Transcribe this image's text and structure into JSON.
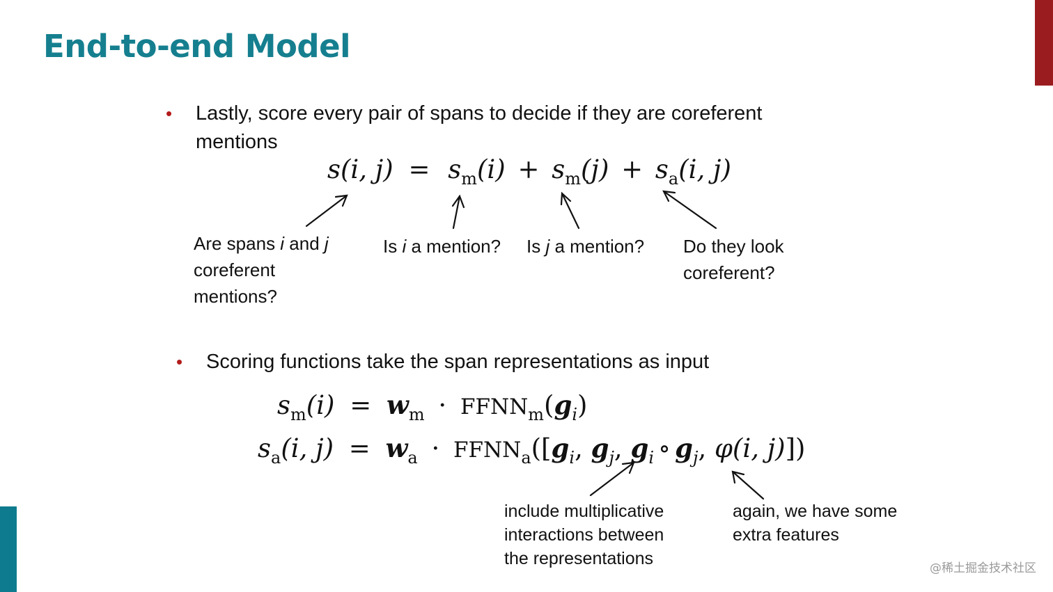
{
  "slide": {
    "title": "End-to-end Model",
    "accent_colors": {
      "title": "#157f8f",
      "top_bar": "#9b1c1f",
      "bottom_bar": "#0f7b8f",
      "bullet": "#b31b1b"
    },
    "bullet1": {
      "line1": "Lastly, score every pair of spans to decide if they are coreferent",
      "line2": "mentions"
    },
    "equation1": {
      "lhs": "s(i, j)",
      "eq": "=",
      "term1": "s",
      "term1_sub": "m",
      "term1_arg": "(i)",
      "plus1": "+",
      "term2": "s",
      "term2_sub": "m",
      "term2_arg": "(j)",
      "plus2": "+",
      "term3": "s",
      "term3_sub": "a",
      "term3_arg": "(i, j)"
    },
    "annotations1": {
      "a1_pre": "Are spans ",
      "a1_i": "i",
      "a1_mid": " and ",
      "a1_j": "j",
      "a1_line2": "coreferent",
      "a1_line3": "mentions?",
      "a2_pre": "Is ",
      "a2_i": "i",
      "a2_post": " a mention?",
      "a3_pre": "Is ",
      "a3_j": "j",
      "a3_post": " a mention?",
      "a4_line1": "Do they look",
      "a4_line2": "coreferent?"
    },
    "bullet2": "Scoring functions take the span representations as input",
    "equation2": {
      "lhs_s": "s",
      "lhs_sub": "m",
      "lhs_arg": "(i)",
      "eq": "=",
      "w": "w",
      "w_sub": "m",
      "dot": "·",
      "ffnn": "FFNN",
      "ffnn_sub": "m",
      "open": "(",
      "g": "g",
      "g_sub": "i",
      "close": ")"
    },
    "equation3": {
      "lhs_s": "s",
      "lhs_sub": "a",
      "lhs_arg": "(i, j)",
      "eq": "=",
      "w": "w",
      "w_sub": "a",
      "dot": "·",
      "ffnn": "FFNN",
      "ffnn_sub": "a",
      "open": "([",
      "g1": "g",
      "g1_sub": "i",
      "comma1": ",",
      "g2": "g",
      "g2_sub": "j",
      "comma2": ",",
      "g3": "g",
      "g3_sub": "i",
      "circ": "∘",
      "g4": "g",
      "g4_sub": "j",
      "comma3": ",",
      "phi": "φ(i, j)",
      "close": "])"
    },
    "annotations2": {
      "b1_line1": "include multiplicative",
      "b1_line2": "interactions between",
      "b1_line3": "the representations",
      "b2_line1": "again, we have some",
      "b2_line2": "extra features"
    },
    "watermark": "@稀土掘金技术社区"
  }
}
